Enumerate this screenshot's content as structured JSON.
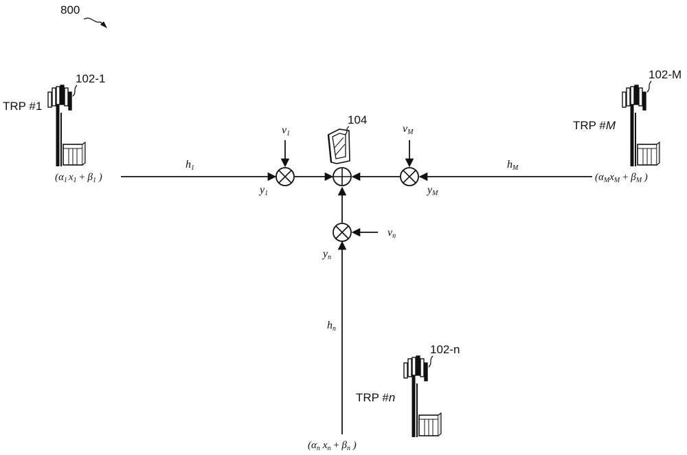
{
  "figure": {
    "ref": "800"
  },
  "device": {
    "ref": "104"
  },
  "trps": [
    {
      "ref": "102-1",
      "label": "TRP #1",
      "label_base": "TRP #",
      "label_idx": "1",
      "signal": "(α₁x₁ + β₁ )",
      "channel": "h₁",
      "noise": "v₁",
      "received": "y₁"
    },
    {
      "ref": "102-M",
      "label": "TRP #M",
      "label_base": "TRP #",
      "label_idx": "M",
      "signal": "(α_M x_M + β_M )",
      "channel": "h_M",
      "noise": "v_M",
      "received": "y_M"
    },
    {
      "ref": "102-n",
      "label": "TRP #n",
      "label_base": "TRP #",
      "label_idx": "n",
      "signal": "(α_n x_n + β_n )",
      "channel": "h_n",
      "noise": "v_n",
      "received": "y_n"
    }
  ],
  "math_parts": {
    "t1": {
      "a": "α",
      "as": "1",
      "x": "x",
      "xs": "1",
      "plus": " + ",
      "b": "β",
      "bs": "1"
    },
    "tM": {
      "a": "α",
      "as": "M",
      "x": "x",
      "xs": "M",
      "plus": " + ",
      "b": "β",
      "bs": "M"
    },
    "tn": {
      "a": "α",
      "as": "n",
      "x": "x",
      "xs": "n",
      "plus": " + ",
      "b": "β",
      "bs": "n"
    },
    "h": "h",
    "v": "v",
    "y": "y",
    "s1": "1",
    "sM": "M",
    "sn": "n",
    "lp": "(",
    "rp": " )"
  },
  "colors": {
    "ink": "#111111",
    "background": "#ffffff"
  },
  "icons": {
    "trp": "cell-tower-icon",
    "ue": "mobile-phone-icon",
    "multiplier": "circle-times-icon",
    "adder": "circle-plus-icon"
  }
}
